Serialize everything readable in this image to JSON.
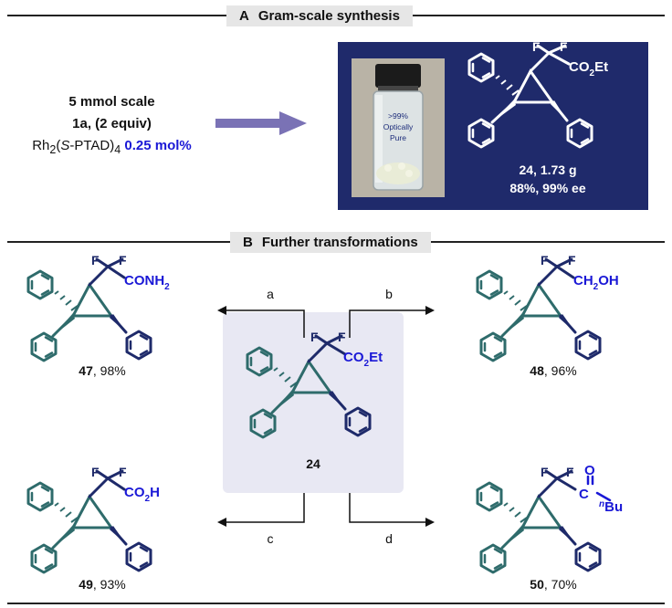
{
  "section_a": {
    "letter": "A",
    "title": "Gram-scale synthesis"
  },
  "section_b": {
    "letter": "B",
    "title": "Further transformations"
  },
  "conditions": {
    "scale": "5 mmol scale",
    "reagent": "1a, (2 equiv)",
    "catalyst_prefix": "Rh",
    "catalyst_sub1": "2",
    "catalyst_mid1": "(",
    "catalyst_italic": "S",
    "catalyst_mid2": "-PTAD)",
    "catalyst_sub2": "4",
    "catalyst_loading": "0.25 mol%"
  },
  "vial": {
    "line1": ">99%",
    "line2": "Optically",
    "line3": "Pure"
  },
  "product": {
    "caption1": "24, 1.73 g",
    "caption2": "88%,  99% ee",
    "ester_group": "CO",
    "ester_sub": "2",
    "ester_tail": "Et",
    "fluorine": "F"
  },
  "center": {
    "label": "24",
    "ester_group": "CO",
    "ester_sub": "2",
    "ester_tail": "Et",
    "fluorine": "F"
  },
  "steps": {
    "a": "a",
    "b": "b",
    "c": "c",
    "d": "d"
  },
  "compounds": {
    "c47": {
      "number": "47",
      "yield": ", 98%",
      "group": "CONH",
      "group_sub": "2",
      "fluorine": "F"
    },
    "c48": {
      "number": "48",
      "yield": ", 96%",
      "group_pre": "CH",
      "group_sub": "2",
      "group_post": "OH",
      "fluorine": "F"
    },
    "c49": {
      "number": "49",
      "yield": ", 93%",
      "group": "CO",
      "group_sub": "2",
      "group_post": "H",
      "fluorine": "F"
    },
    "c50": {
      "number": "50",
      "yield": ", 70%",
      "carbon": "C",
      "oxygen": "O",
      "sup": "n",
      "butyl": "Bu",
      "fluorine": "F"
    }
  },
  "colors": {
    "navy_box": "#1f2a6b",
    "blue_text": "#1a18d6",
    "teal_ring": "#2e6b6b",
    "navy_ring": "#1e2a6a",
    "arrow_purple": "#7a72b5",
    "label_gray": "#e6e6e6",
    "panel_lavender": "#e8e8f3"
  }
}
